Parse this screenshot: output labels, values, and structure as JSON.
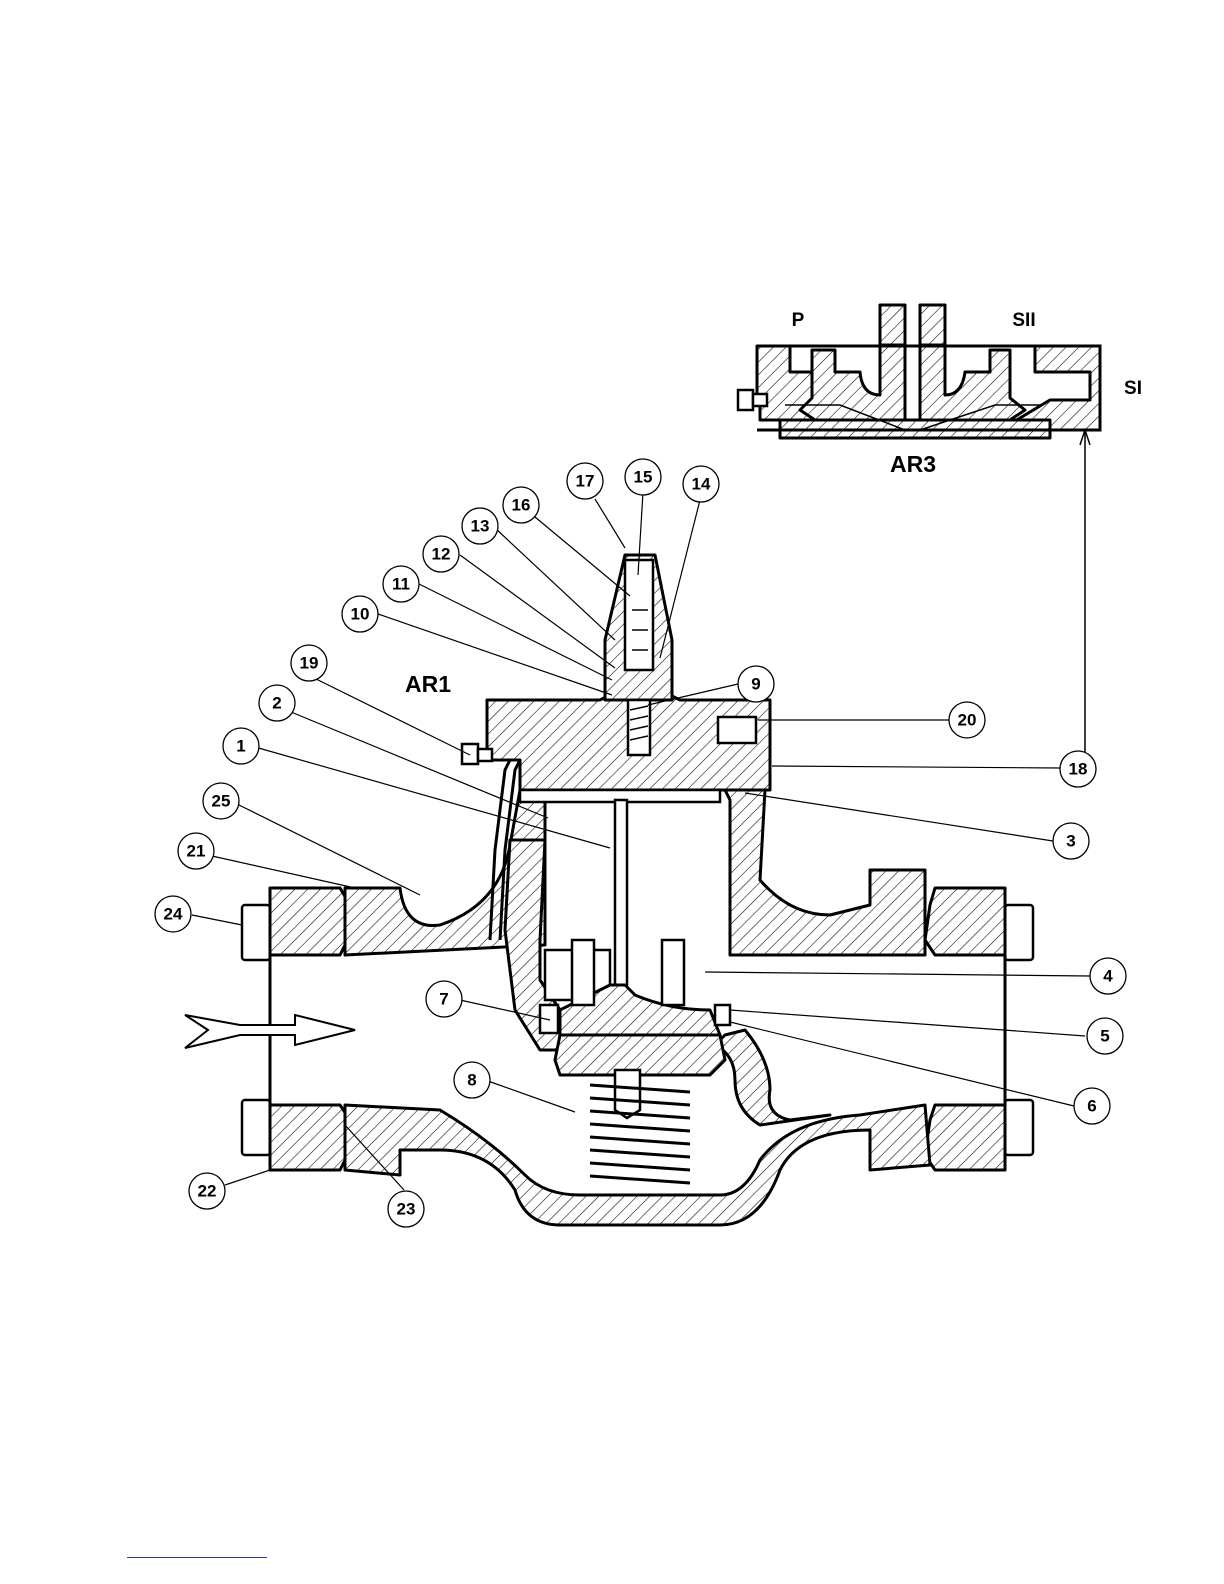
{
  "assembly_labels": {
    "main": "AR1",
    "inset": "AR3"
  },
  "inset_ports": {
    "p": "P",
    "sii": "SII",
    "si": "SI"
  },
  "callouts": [
    "1",
    "2",
    "3",
    "4",
    "5",
    "6",
    "7",
    "8",
    "9",
    "10",
    "11",
    "12",
    "13",
    "14",
    "15",
    "16",
    "17",
    "18",
    "19",
    "20",
    "21",
    "22",
    "23",
    "24",
    "25"
  ],
  "colors": {
    "line": "#000000",
    "background": "#ffffff",
    "footer_rule": "#2b3f8f"
  },
  "icons": {
    "flow_direction": "flow-arrow-icon"
  }
}
